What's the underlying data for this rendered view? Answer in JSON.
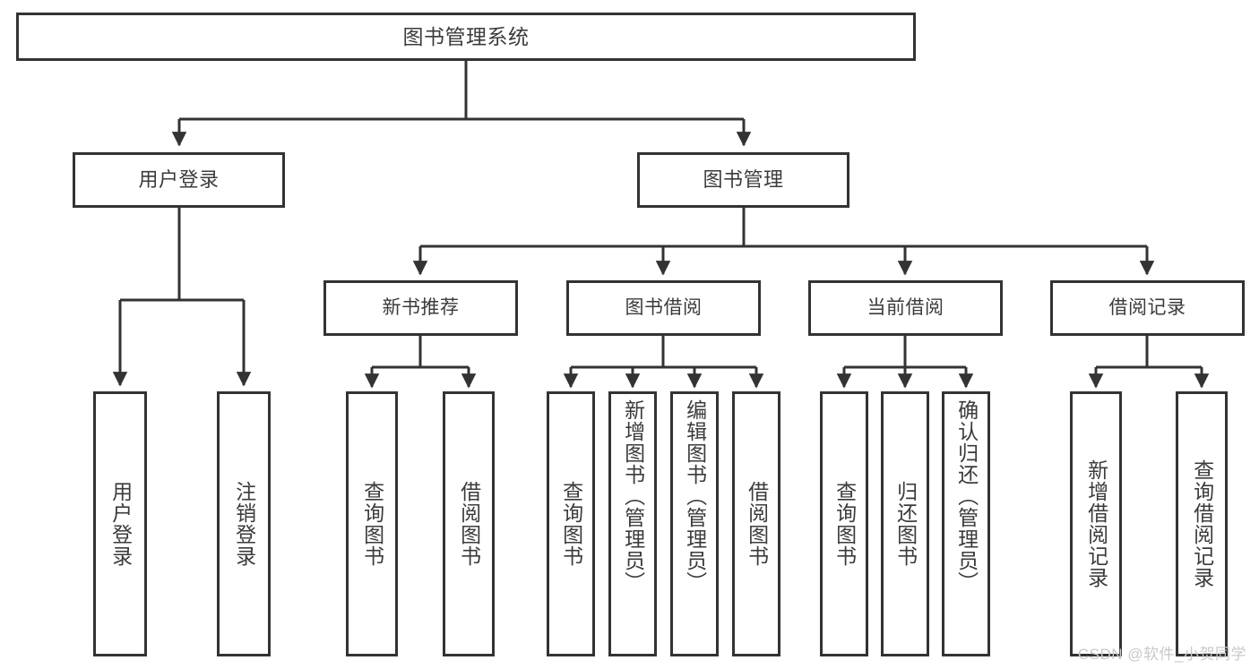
{
  "diagram": {
    "title": "图书管理系统",
    "type": "tree-hierarchy-chart",
    "root": {
      "id": "root",
      "label": "图书管理系统"
    },
    "level1": [
      {
        "id": "user-login",
        "label": "用户登录"
      },
      {
        "id": "book-management",
        "label": "图书管理"
      }
    ],
    "level2": [
      {
        "id": "new-book-recommend",
        "label": "新书推荐"
      },
      {
        "id": "book-borrow",
        "label": "图书借阅"
      },
      {
        "id": "current-borrow",
        "label": "当前借阅"
      },
      {
        "id": "borrow-record",
        "label": "借阅记录"
      }
    ],
    "leaves": {
      "user_login": [
        {
          "id": "leaf-user-login",
          "label": "用户登录"
        },
        {
          "id": "leaf-logout",
          "label": "注销登录"
        }
      ],
      "new_book_recommend": [
        {
          "id": "leaf-query-book-1",
          "label": "查询图书"
        },
        {
          "id": "leaf-borrow-book-1",
          "label": "借阅图书"
        }
      ],
      "book_borrow": [
        {
          "id": "leaf-query-book-2",
          "label": "查询图书"
        },
        {
          "id": "leaf-add-book",
          "label": "新增图书（管理员）"
        },
        {
          "id": "leaf-edit-book",
          "label": "编辑图书（管理员）"
        },
        {
          "id": "leaf-borrow-book-2",
          "label": "借阅图书"
        }
      ],
      "current_borrow": [
        {
          "id": "leaf-query-book-3",
          "label": "查询图书"
        },
        {
          "id": "leaf-return-book",
          "label": "归还图书"
        },
        {
          "id": "leaf-confirm-return",
          "label": "确认归还（管理员）"
        }
      ],
      "borrow_record": [
        {
          "id": "leaf-add-record",
          "label": "新增借阅记录"
        },
        {
          "id": "leaf-query-record",
          "label": "查询借阅记录"
        }
      ]
    }
  },
  "watermark": {
    "text": "CSDN @软件_小贺同学"
  },
  "colors": {
    "border": "#333333",
    "text": "#3b3b3b",
    "background": "#ffffff",
    "watermark": "#c9c9c9"
  }
}
